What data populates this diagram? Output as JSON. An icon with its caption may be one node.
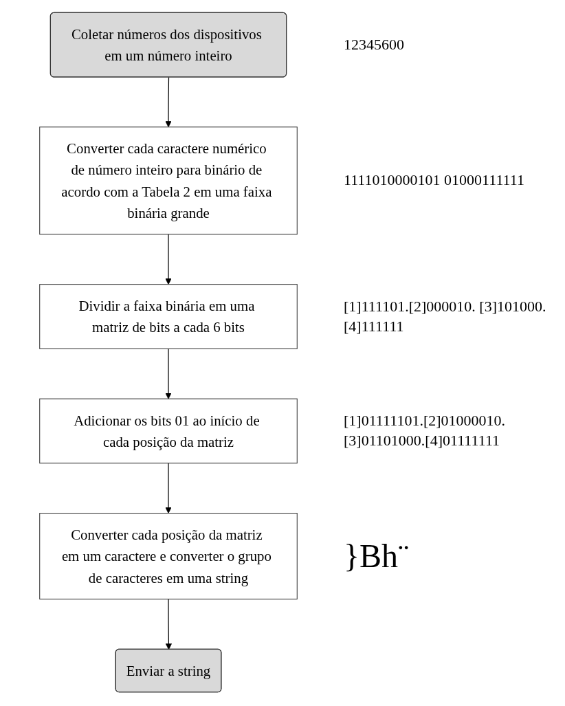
{
  "diagram": {
    "nodes": [
      {
        "text": [
          "Coletar números dos dispositivos em um número inteiro"
        ],
        "beside": [
          "12345600"
        ]
      },
      {
        "text": [
          "Converter cada caractere numérico de número inteiro para binário de acordo com a Tabela 2 em uma faixa binária grande"
        ],
        "beside": [
          "1111010000101 01000111111"
        ]
      },
      {
        "text": [
          "Dividir a faixa binária em uma matriz de bits a cada 6 bits"
        ],
        "beside": [
          "[1]111101.[2]000010. [3]101000.[4]111111"
        ]
      },
      {
        "text": [
          "Adicionar os bits 01 ao início de cada posição da matriz"
        ],
        "beside": [
          "[1]01111101.[2]01000010. [3]01101000.[4]01111111"
        ]
      },
      {
        "text": [
          "Converter cada posição da matriz em um caractere e converter o grupo de caracteres em uma string"
        ],
        "beside": [
          "}Bh¨"
        ]
      },
      {
        "text": [
          "Enviar a string"
        ]
      }
    ],
    "edges": [
      {
        "from": 0,
        "to": 1,
        "arrow": "to"
      },
      {
        "from": 1,
        "to": 2,
        "arrow": "to"
      },
      {
        "from": 2,
        "to": 3,
        "arrow": "to"
      },
      {
        "from": 3,
        "to": 4,
        "arrow": "to"
      },
      {
        "from": 4,
        "to": 5,
        "arrow": "to"
      }
    ]
  }
}
